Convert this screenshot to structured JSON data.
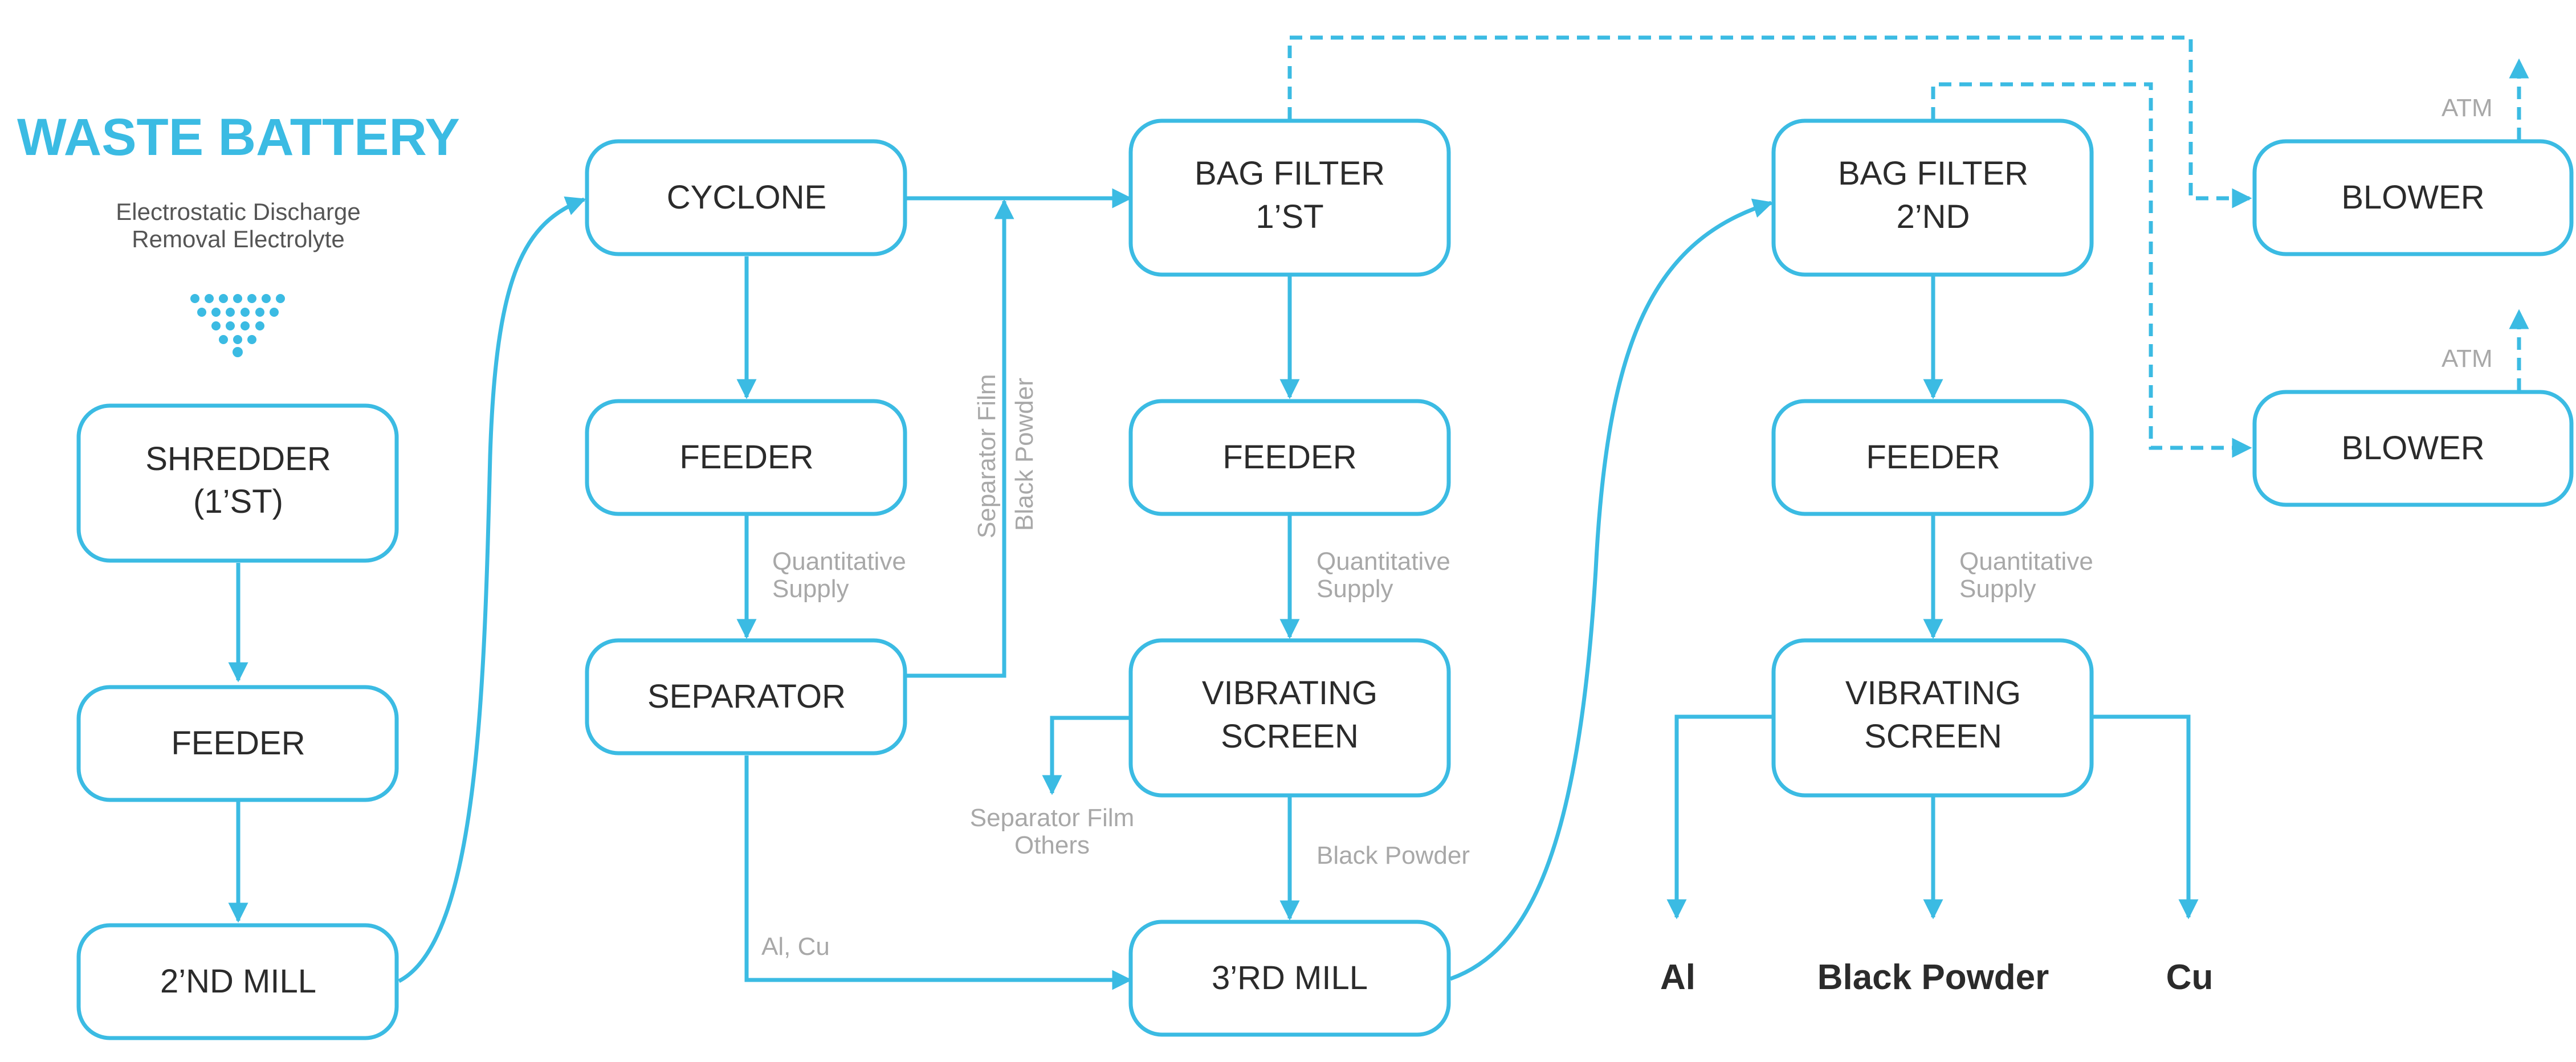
{
  "colors": {
    "accent": "#3bbbe3",
    "box_text": "#2b2b2b",
    "note_text": "#a8a8a8"
  },
  "header": {
    "title": "WASTE BATTERY",
    "subtitle_line1": "Electrostatic Discharge",
    "subtitle_line2": "Removal Electrolyte"
  },
  "nodes": {
    "shredder": {
      "line1": "SHREDDER",
      "line2": "(1’ST)"
    },
    "feeder_1": {
      "line1": "FEEDER"
    },
    "mill_2nd": {
      "line1": "2’ND MILL"
    },
    "cyclone": {
      "line1": "CYCLONE"
    },
    "feeder_2": {
      "line1": "FEEDER"
    },
    "separator": {
      "line1": "SEPARATOR"
    },
    "bag_filter_1st": {
      "line1": "BAG FILTER",
      "line2": "1’ST"
    },
    "feeder_3": {
      "line1": "FEEDER"
    },
    "vibrating_screen_1": {
      "line1": "VIBRATING",
      "line2": "SCREEN"
    },
    "mill_3rd": {
      "line1": "3’RD MILL"
    },
    "bag_filter_2nd": {
      "line1": "BAG FILTER",
      "line2": "2’ND"
    },
    "feeder_4": {
      "line1": "FEEDER"
    },
    "vibrating_screen_2": {
      "line1": "VIBRATING",
      "line2": "SCREEN"
    },
    "blower_1": {
      "line1": "BLOWER"
    },
    "blower_2": {
      "line1": "BLOWER"
    }
  },
  "labels": {
    "quantitative_supply_line1": "Quantitative",
    "quantitative_supply_line2": "Supply",
    "separator_film": "Separator Film",
    "black_powder": "Black Powder",
    "separator_film_others_line1": "Separator Film",
    "separator_film_others_line2": "Others",
    "al_cu": "Al, Cu",
    "atm": "ATM"
  },
  "products": {
    "al": "Al",
    "black_powder": "Black Powder",
    "cu": "Cu"
  },
  "icons": {
    "discharge": "droplets-triangle-icon"
  }
}
